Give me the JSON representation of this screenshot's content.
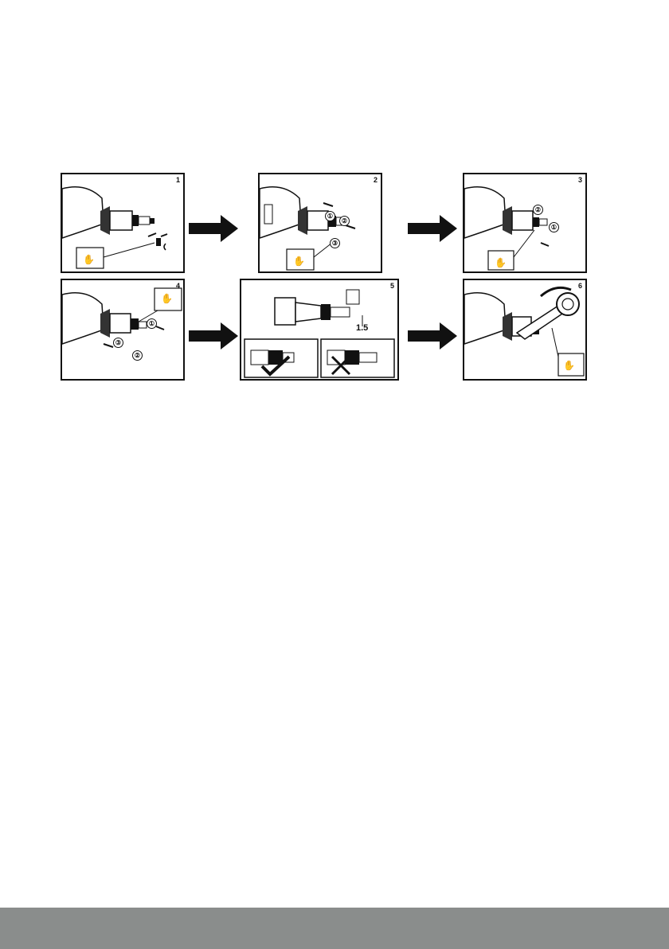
{
  "steps": [
    {
      "number": "1"
    },
    {
      "number": "2",
      "badges": [
        "①",
        "②",
        "③"
      ]
    },
    {
      "number": "3",
      "badges": [
        "②",
        "①"
      ]
    },
    {
      "number": "4",
      "badges": [
        "①",
        "③",
        "②"
      ]
    },
    {
      "number": "5",
      "measurement": "1.5"
    },
    {
      "number": "6"
    }
  ],
  "colors": {
    "ink": "#111111",
    "footer": "#8a8d8c"
  },
  "icons": {
    "hand": "hand-icon",
    "check": "check-mark-icon",
    "cross": "cross-mark-icon",
    "arrow": "arrow-right-icon"
  }
}
